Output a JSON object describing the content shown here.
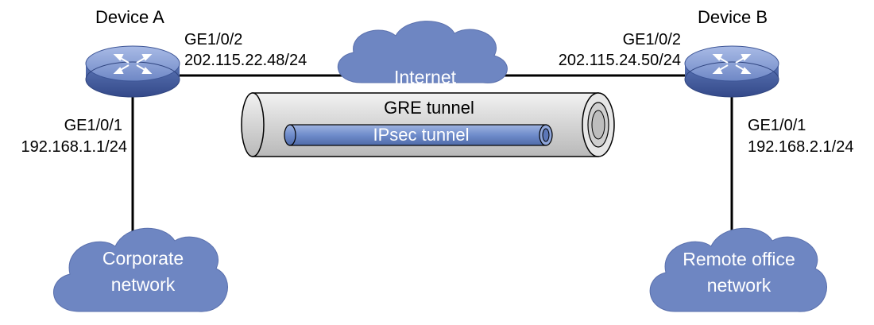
{
  "device_a": {
    "name": "Device A",
    "ge2_port": "GE1/0/2",
    "ge2_ip": "202.115.22.48/24",
    "ge1_port": "GE1/0/1",
    "ge1_ip": "192.168.1.1/24"
  },
  "device_b": {
    "name": "Device B",
    "ge2_port": "GE1/0/2",
    "ge2_ip": "202.115.24.50/24",
    "ge1_port": "GE1/0/1",
    "ge1_ip": "192.168.2.1/24"
  },
  "internet_cloud": {
    "label": "Internet"
  },
  "corporate_cloud": {
    "line1": "Corporate",
    "line2": "network"
  },
  "remote_cloud": {
    "line1": "Remote office",
    "line2": "network"
  },
  "gre_tunnel": {
    "label": "GRE tunnel"
  },
  "ipsec_tunnel": {
    "label": "IPsec tunnel"
  },
  "colors": {
    "cloud_fill": "#6e86c2",
    "router_top": "#7b93cc",
    "tunnel_gray": "#d9d9d9",
    "ipsec_fill": "#6f8ccb",
    "line": "#000000"
  }
}
